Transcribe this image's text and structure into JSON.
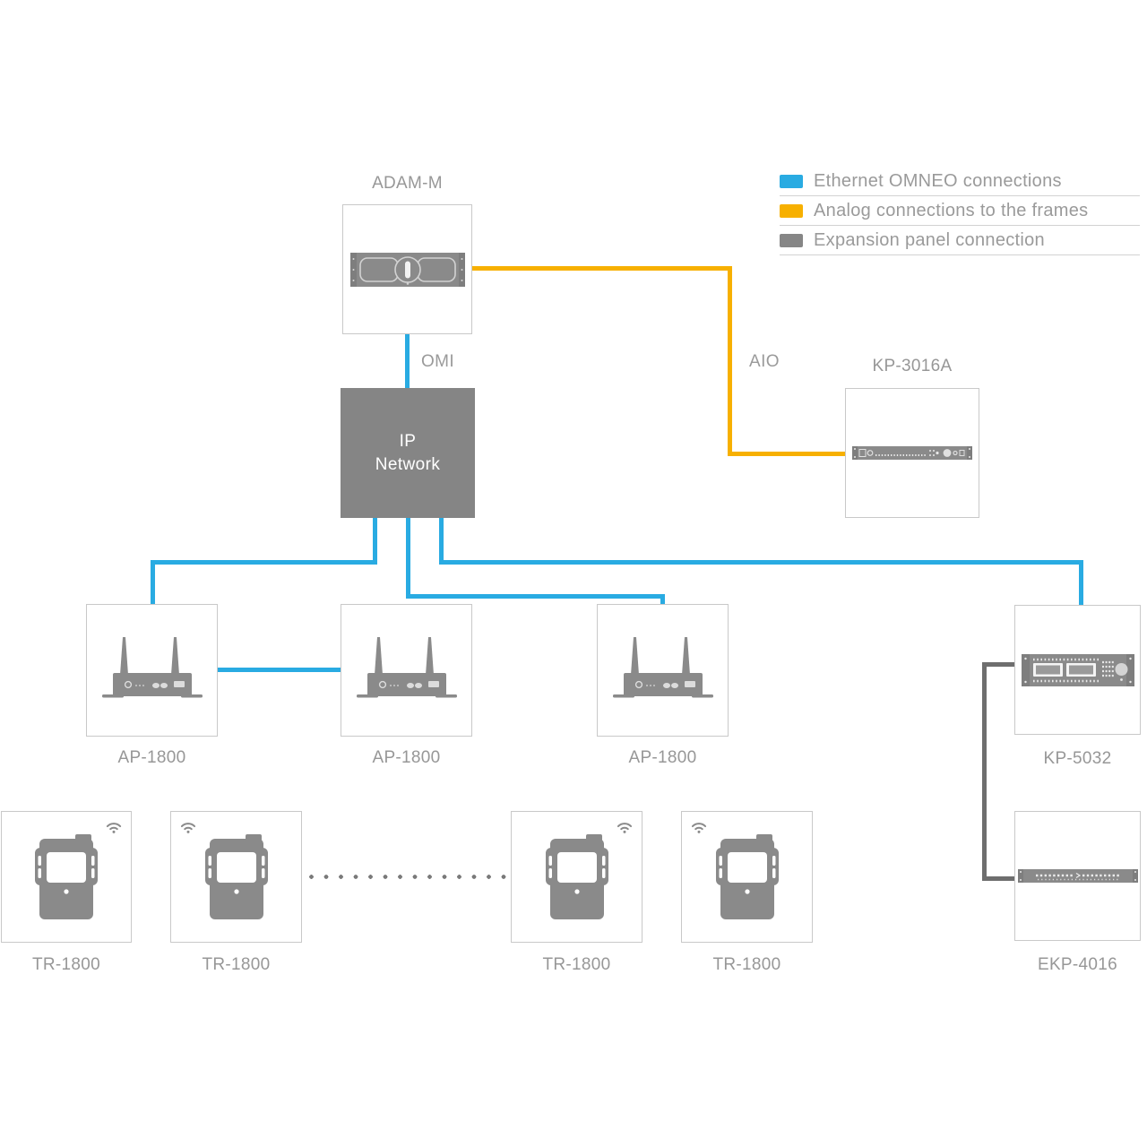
{
  "diagram": {
    "legend": [
      {
        "label": "Ethernet OMNEO connections",
        "color": "#29abe2"
      },
      {
        "label": "Analog connections to the frames",
        "color": "#f7b000"
      },
      {
        "label": "Expansion panel connection",
        "color": "#868686"
      }
    ],
    "connection_colors": {
      "ethernet_omneo": "#29abe2",
      "analog": "#f7b000",
      "expansion": "#6e6e6e"
    },
    "edge_labels": {
      "omi": "OMI",
      "aio": "AIO"
    },
    "nodes": {
      "adam_m": {
        "label": "ADAM-M"
      },
      "ip_network": {
        "label": "IP\nNetwork"
      },
      "kp_3016a": {
        "label": "KP-3016A"
      },
      "ap_1800_1": {
        "label": "AP-1800"
      },
      "ap_1800_2": {
        "label": "AP-1800"
      },
      "ap_1800_3": {
        "label": "AP-1800"
      },
      "kp_5032": {
        "label": "KP-5032"
      },
      "tr_1800_1": {
        "label": "TR-1800"
      },
      "tr_1800_2": {
        "label": "TR-1800"
      },
      "tr_1800_3": {
        "label": "TR-1800"
      },
      "tr_1800_4": {
        "label": "TR-1800"
      },
      "ekp_4016": {
        "label": "EKP-4016"
      }
    }
  }
}
